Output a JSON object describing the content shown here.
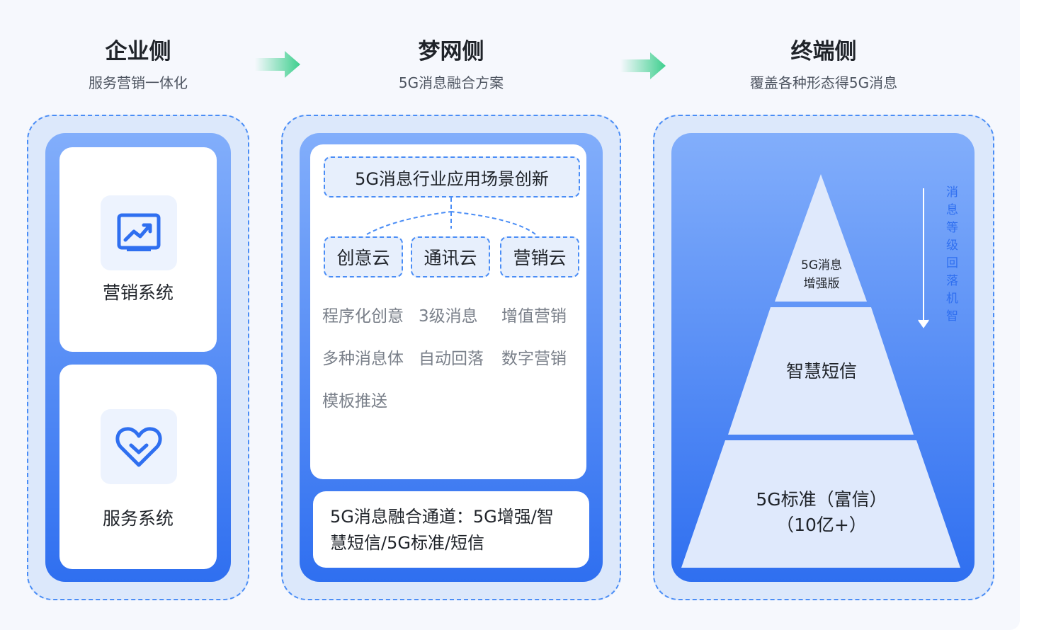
{
  "enterprise": {
    "title": "企业侧",
    "subtitle": "服务营销一体化",
    "cards": [
      {
        "label": "营销系统",
        "icon": "chart-trend-icon"
      },
      {
        "label": "服务系统",
        "icon": "heart-check-icon"
      }
    ]
  },
  "mengwang": {
    "title": "梦网侧",
    "subtitle": "5G消息融合方案",
    "top_box": "5G消息行业应用场景创新",
    "clouds": [
      "创意云",
      "通讯云",
      "营销云"
    ],
    "features": [
      [
        "程序化创意",
        "3级消息",
        "增值营销"
      ],
      [
        "多种消息体",
        "自动回落",
        "数字营销"
      ],
      [
        "模板推送"
      ]
    ],
    "channel_line1": "5G消息融合通道：5G增强/智",
    "channel_line2": "慧短信/5G标准/短信"
  },
  "terminal": {
    "title": "终端侧",
    "subtitle": "覆盖各种形态得5G消息",
    "tier_top_line1": "5G消息",
    "tier_top_line2": "增强版",
    "tier_mid": "智慧短信",
    "tier_bottom_line1": "5G标准（富信）",
    "tier_bottom_line2": "（10亿+）",
    "fallback_label": "消息等级回落机智"
  },
  "colors": {
    "accent": "#2f6ff0",
    "dashed_border": "#4a8df6",
    "arrow_green": "#3ecf8e"
  }
}
